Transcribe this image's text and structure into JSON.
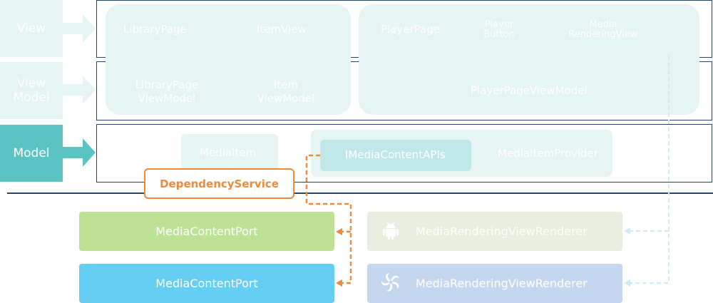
{
  "layers": {
    "view": "View",
    "viewmodel_line1": "View",
    "viewmodel_line2": "Model",
    "model": "Model"
  },
  "view_row": {
    "library_page": "LibraryPage",
    "item_view": "ItemView",
    "player_page": "PlayerPage",
    "player_button_line1": "Player",
    "player_button_line2": "Button",
    "media_rendering_view_line1": "Media",
    "media_rendering_view_line2": "RenderingView"
  },
  "viewmodel_row": {
    "library_page_vm_line1": "LibraryPage",
    "library_page_vm_line2": "ViewModel",
    "item_vm_line1": "Item",
    "item_vm_line2": "ViewModel",
    "player_page_vm": "PlayerPageViewModel"
  },
  "model_row": {
    "media_item": "MediaItem",
    "imedia_content_apis": "IMediaContentAPIs",
    "media_item_provider": "MediaItemProvider"
  },
  "dependency_service": "DependencyService",
  "platform": {
    "port_green": "MediaContentPort",
    "port_blue": "MediaContentPort",
    "renderer_android": "MediaRenderingViewRenderer",
    "renderer_xamarin": "MediaRenderingViewRenderer"
  },
  "icons": {
    "android": "android-icon",
    "xamarin": "xamarin-icon"
  },
  "colors": {
    "frame": "#24466a",
    "teal_active": "#5bc4c3",
    "teal_faded": "#e6f4f4",
    "orange": "#ef8a3c",
    "green": "#bde296",
    "blue": "#66cef3",
    "dashed_light": "#c9edf3"
  }
}
